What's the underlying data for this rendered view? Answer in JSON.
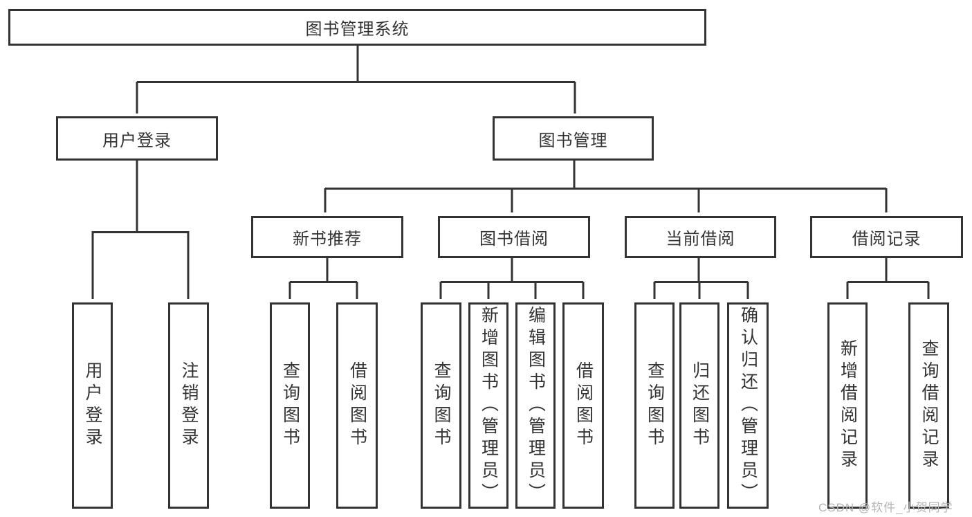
{
  "tree": {
    "root": {
      "label": "图书管理系统",
      "children": [
        {
          "label": "用户登录",
          "children": [
            {
              "label": "用户登录"
            },
            {
              "label": "注销登录"
            }
          ]
        },
        {
          "label": "图书管理",
          "children": [
            {
              "label": "新书推荐",
              "children": [
                {
                  "label": "查询图书"
                },
                {
                  "label": "借阅图书"
                }
              ]
            },
            {
              "label": "图书借阅",
              "children": [
                {
                  "label": "查询图书"
                },
                {
                  "label": "新增图书（管理员）"
                },
                {
                  "label": "编辑图书（管理员）"
                },
                {
                  "label": "借阅图书"
                }
              ]
            },
            {
              "label": "当前借阅",
              "children": [
                {
                  "label": "查询图书"
                },
                {
                  "label": "归还图书"
                },
                {
                  "label": "确认归还（管理员）"
                }
              ]
            },
            {
              "label": "借阅记录",
              "children": [
                {
                  "label": "新增借阅记录"
                },
                {
                  "label": "查询借阅记录"
                }
              ]
            }
          ]
        }
      ]
    }
  },
  "watermark": {
    "text": "CSDN @软件_小贺同学"
  },
  "colors": {
    "line": "#333333",
    "text": "#333333",
    "watermark": "#b5b5b5",
    "background": "#ffffff"
  }
}
